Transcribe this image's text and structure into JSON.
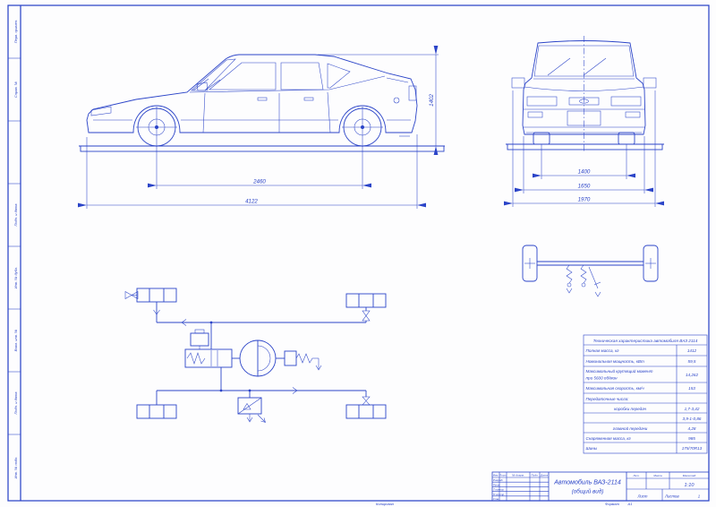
{
  "colors": {
    "line": "#2b44c8",
    "paper": "#fdfdfe",
    "page_bg": "#bfbfbf"
  },
  "side_view": {
    "wheelbase": "2460",
    "length": "4122",
    "height": "1402"
  },
  "front_view": {
    "track": "1400",
    "width": "1650",
    "overall_width": "1970"
  },
  "spec_table": {
    "title": "Техническая характеристика автомобиля ВАЗ 2114",
    "rows": [
      {
        "label": "Полная масса, кг",
        "value": "1412"
      },
      {
        "label": "Номинальная мощность, кВт",
        "value": "59,5"
      },
      {
        "label": "Максимальный крутящий момент",
        "label2": "при 5600 об/мин",
        "value": "14,262"
      },
      {
        "label": "Максимальная скорость, км/ч",
        "value": "153"
      },
      {
        "label": "Передаточные числа:",
        "value": ""
      },
      {
        "label": "коробки передач",
        "value": "1,7-3,42"
      },
      {
        "label": "",
        "value": "3,9-1-0,86"
      },
      {
        "label": "главной передачи",
        "value": "4,28"
      },
      {
        "label": "Снаряженная масса, кг",
        "value": "985"
      },
      {
        "label": "Шины",
        "value": "175/70R13"
      }
    ]
  },
  "title_block": {
    "title_line1": "Автомобиль ВАЗ-2114",
    "title_line2": "(общий вид)",
    "header_cols": {
      "izm": "Изм.",
      "list": "Лист",
      "doc": "№ докум.",
      "podp": "Подп.",
      "data": "Дата"
    },
    "rows": {
      "razrab": "Разраб.",
      "prov": "Пров.",
      "tkontr": "Т.контр.",
      "nkontr": "Н.контр.",
      "utv": "Утв."
    },
    "right": {
      "lit": "Лит.",
      "massa": "Масса",
      "masshtab": "Масштаб",
      "scale": "1:10",
      "list": "Лист",
      "listov": "Листов",
      "listov_value": "1"
    }
  },
  "frame": {
    "footer_left": "Копировал",
    "footer_right": "Формат",
    "footer_format": "А1",
    "margin_labels": {
      "perv": "Перв. примен.",
      "sprav": "Справ. №",
      "podp1": "Подп. и дата",
      "inv_dubl": "Инв. № дубл.",
      "vzam": "Взам. инв. №",
      "podp2": "Подп. и дата",
      "inv_podl": "Инв. № подл."
    }
  }
}
